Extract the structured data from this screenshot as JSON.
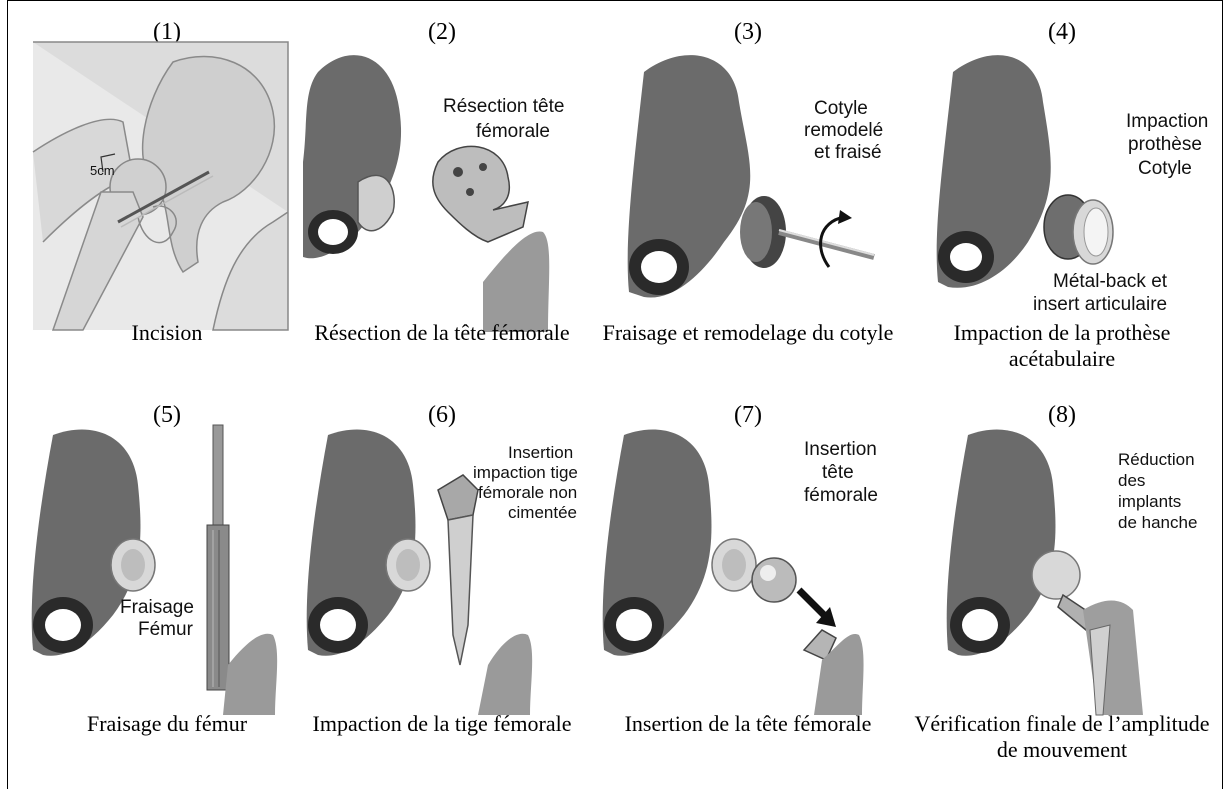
{
  "panels": [
    {
      "number": "(1)",
      "caption": "Incision",
      "labels": [
        "5cm"
      ]
    },
    {
      "number": "(2)",
      "caption": "Résection de la tête fémorale",
      "labels": [
        "Résection tête",
        "fémorale"
      ]
    },
    {
      "number": "(3)",
      "caption": "Fraisage et remodelage du cotyle",
      "labels": [
        "Cotyle",
        "remodelé",
        "et fraisé"
      ]
    },
    {
      "number": "(4)",
      "caption": "Impaction de la prothèse acétabulaire",
      "labels": [
        "Impaction",
        "prothèse",
        "Cotyle",
        "Métal-back et",
        "insert articulaire"
      ]
    },
    {
      "number": "(5)",
      "caption": "Fraisage du fémur",
      "labels": [
        "Fraisage",
        "Fémur"
      ]
    },
    {
      "number": "(6)",
      "caption": "Impaction de la tige fémorale",
      "labels": [
        "Insertion",
        "impaction tige",
        "fémorale non",
        "cimentée"
      ]
    },
    {
      "number": "(7)",
      "caption": "Insertion de la tête fémorale",
      "labels": [
        "Insertion",
        "tête",
        "fémorale"
      ]
    },
    {
      "number": "(8)",
      "caption": "Vérification finale de l’amplitude de mouvement",
      "labels": [
        "Réduction",
        "des",
        "implants",
        "de hanche"
      ]
    }
  ]
}
